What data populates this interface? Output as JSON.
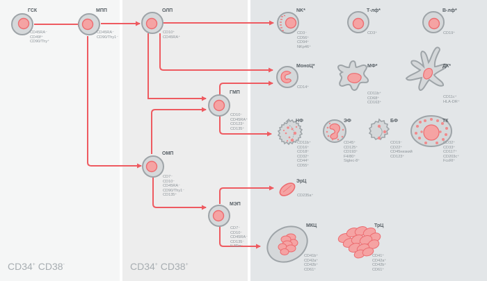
{
  "colors": {
    "arrow": "#ee5a60",
    "nucleus": "#f5a3a3",
    "nucleus_border": "#ec6c70",
    "cell_fill": "#d5d8da",
    "cell_border": "#9ea4a8",
    "panel1_bg": "#f5f6f6",
    "panel2_bg": "#ededed",
    "panel3_bg": "#e3e6e8"
  },
  "zones": [
    {
      "base1": "CD34",
      "sup1": "+",
      "base2": " CD38",
      "sup2": "-"
    },
    {
      "base1": "CD34",
      "sup1": "+",
      "base2": " CD38",
      "sup2": "+"
    }
  ],
  "cells": {
    "gsk": {
      "label": "ГСК",
      "markers": [
        "CD45RA⁻",
        "CD49f⁺",
        "CD90/Thy⁺"
      ]
    },
    "mpp": {
      "label": "МПП",
      "markers": [
        "CD45RA⁻",
        "CD90/Thy1⁻"
      ]
    },
    "olp": {
      "label": "ОЛП",
      "markers": [
        "CD10⁺",
        "CD45RA⁺"
      ]
    },
    "gmp": {
      "label": "ГМП",
      "markers": [
        "CD10⁻",
        "CD45RA⁺",
        "CD123⁺",
        "CD135⁺"
      ]
    },
    "omp": {
      "label": "ОМП",
      "markers": [
        "CD7⁻",
        "CD10⁻",
        "CD45RA⁻",
        "CD90/Thy1⁻",
        "CD135⁺"
      ]
    },
    "mep": {
      "label": "МЭП",
      "markers": [
        "CD7⁻",
        "CD10⁻",
        "CD45RA⁻",
        "CD135⁻",
        "IL3Rα⁻"
      ]
    },
    "nk": {
      "label": "NK*",
      "markers": [
        "CD3⁻",
        "CD56⁺",
        "CD94⁺",
        "NKp46⁺"
      ]
    },
    "tlf": {
      "label": "Т-лф*",
      "markers": [
        "CD3⁺"
      ]
    },
    "blf": {
      "label": "В-лф*",
      "markers": [
        "CD19⁺"
      ]
    },
    "mono": {
      "label": "МоноЦ*",
      "markers": [
        "CD14⁺"
      ]
    },
    "mf": {
      "label": "МФ*",
      "markers": [
        "CD11b⁺",
        "CD68⁺",
        "CD163⁺"
      ]
    },
    "dk": {
      "label": "ДК*",
      "markers": [
        "CD11c⁺",
        "HLA-DR⁺"
      ]
    },
    "nf": {
      "label": "НФ",
      "markers": [
        "CD11b⁺",
        "CD16⁺",
        "CD18⁺",
        "CD32⁺",
        "CD44⁺",
        "CD55⁺"
      ]
    },
    "ef": {
      "label": "ЭФ",
      "markers": [
        "CD45⁺",
        "CD125⁺",
        "CD193⁺",
        "F4/80⁺",
        "Siglec-8⁺"
      ]
    },
    "bf": {
      "label": "БФ",
      "markers": [
        "CD19⁻",
        "CD22⁺",
        "CD45низкий",
        "CD123⁺"
      ]
    },
    "tk": {
      "label": "ТК",
      "markers": [
        "CD32⁺",
        "CD33⁺",
        "CD117⁺",
        "CD203c⁺",
        "FcεRI⁺"
      ]
    },
    "erc": {
      "label": "ЭрЦ",
      "markers": [
        "CD235a⁺"
      ]
    },
    "mkc": {
      "label": "МКЦ",
      "markers": [
        "CD41b⁺",
        "CD42a⁺",
        "CD42b⁺",
        "CD61⁺"
      ]
    },
    "trc": {
      "label": "ТрЦ",
      "markers": [
        "CD41⁺",
        "CD42a⁺",
        "CD42b⁺",
        "CD61⁺"
      ]
    }
  }
}
